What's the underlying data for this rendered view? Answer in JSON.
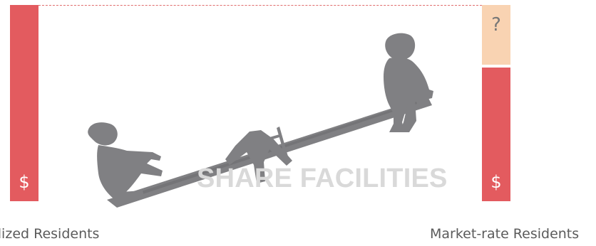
{
  "labels": {
    "left_currency": "$",
    "right_currency": "$",
    "unknown": "?",
    "center": "SHARE FACILITIES",
    "left_caption": "dized Residents",
    "right_caption": "Market-rate Residents"
  },
  "colors": {
    "bar": "#e35b5f",
    "unknown_box": "#f9d3b2",
    "seesaw": "#808083",
    "dashed_line": "#e06c6c",
    "overlay_text": "#d9d9d9",
    "caption_text": "#5b5b5b"
  },
  "icons": {
    "seesaw": "seesaw-with-two-children-icon"
  }
}
